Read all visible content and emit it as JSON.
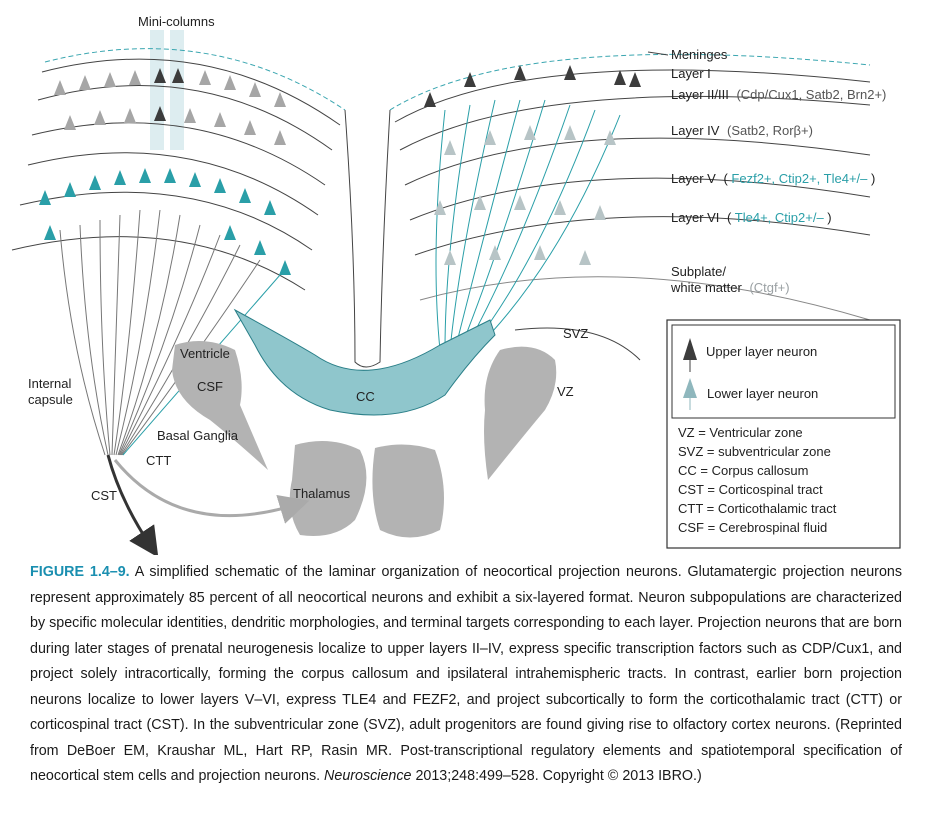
{
  "diagram": {
    "mini_columns_label": "Mini-columns",
    "layers": {
      "meninges": "Meninges",
      "layer_1": "Layer I",
      "layer_2_3": "Layer II/III",
      "layer_2_3_markers": "(Cdp/Cux1, Satb2, Brn2+)",
      "layer_4": "Layer IV",
      "layer_4_markers": "(Satb2, Rorβ+)",
      "layer_5": "Layer V",
      "layer_5_paren_open": "(",
      "layer_5_markers": "Fezf2+, Ctip2+, Tle4+/–",
      "layer_5_paren_close": ")",
      "layer_6": "Layer VI",
      "layer_6_paren_open": "(",
      "layer_6_markers": "Tle4+, Ctip2+/–",
      "layer_6_paren_close": ")",
      "subplate_line1": "Subplate/",
      "subplate_line2": "white matter",
      "subplate_markers": "(Ctgf+)"
    },
    "regions": {
      "svz": "SVZ",
      "vz": "VZ",
      "ventricle": "Ventricle",
      "csf": "CSF",
      "cc": "CC",
      "internal_capsule_line1": "Internal",
      "internal_capsule_line2": "capsule",
      "basal_ganglia": "Basal Ganglia",
      "ctt": "CTT",
      "cst": "CST",
      "thalamus": "Thalamus"
    },
    "legend": {
      "upper_layer_neuron": "Upper layer neuron",
      "lower_layer_neuron": "Lower layer neuron",
      "abbreviations": [
        "VZ = Ventricular zone",
        "SVZ = subventricular zone",
        "CC = Corpus callosum",
        "CST = Corticospinal tract",
        "CTT = Corticothalamic tract",
        "CSF = Cerebrospinal fluid"
      ]
    },
    "colors": {
      "teal": "#2a9fa8",
      "gray_region": "#b3b3b3",
      "dark_neuron": "#3c3c3c",
      "light_neuron": "#9aa0a3",
      "caption_label": "#1a8fb0"
    }
  },
  "caption": {
    "label": "FIGURE 1.4–9.",
    "text": " A simplified schematic of the laminar organization of neocortical projection neurons. Glutamatergic projection neurons represent approximately 85 percent of all neocortical neurons and exhibit a six-layered format. Neuron subpopulations are characterized by specific molecular identities, dendritic morphologies, and terminal targets corresponding to each layer. Projection neurons that are born during later stages of prenatal neurogenesis localize to upper layers II–IV, express specific transcription factors such as CDP/Cux1, and project solely intracortically, forming the corpus callosum and ipsilateral intrahemispheric tracts. In contrast, earlier born projection neurons localize to lower layers V–VI, express TLE4 and FEZF2, and project subcortically to form the corticothalamic tract (CTT) or corticospinal tract (CST). In the subventricular zone (SVZ), adult progenitors are found giving rise to olfactory cortex neurons. (Reprinted from DeBoer EM, Kraushar ML, Hart RP, Rasin MR. Post-transcriptional regulatory elements and spatiotemporal specification of neocortical stem cells and projection neurons. ",
    "journal": "Neuroscience",
    "citation_tail": " 2013;248:499–528. Copyright © 2013 IBRO.)"
  }
}
